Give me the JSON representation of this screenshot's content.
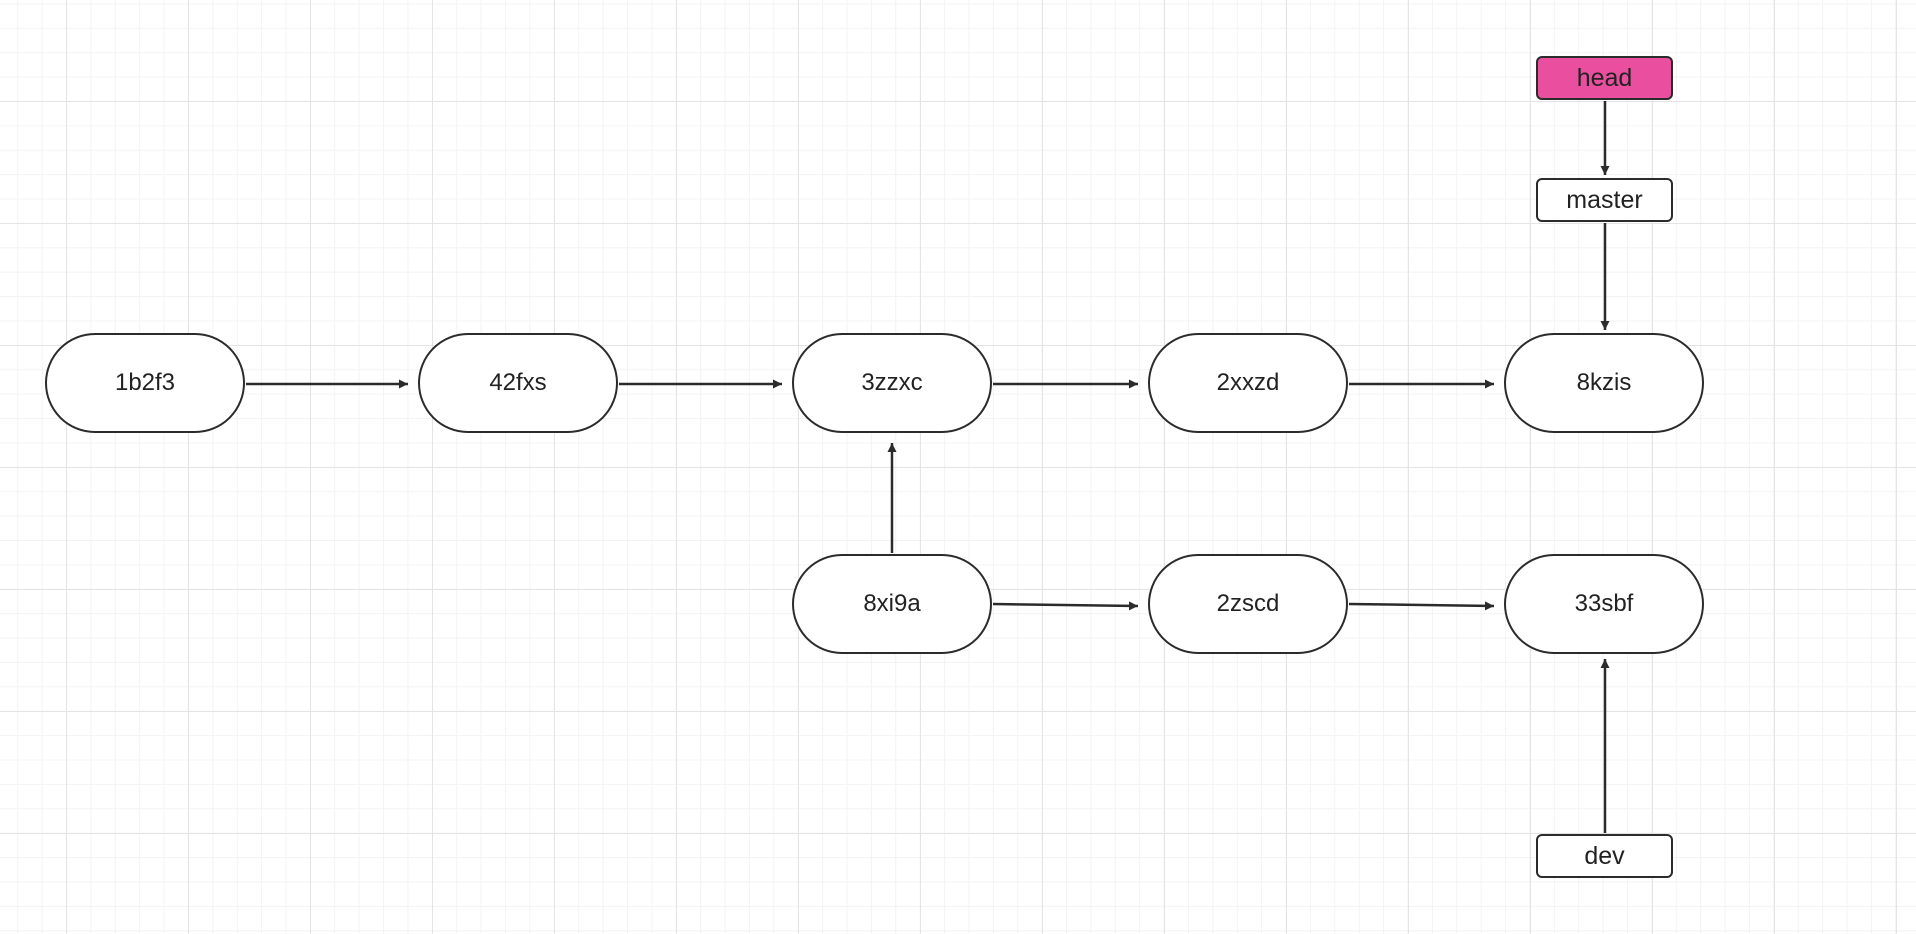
{
  "commits": [
    "1b2f3",
    "42fxs",
    "3zzxc",
    "2xxzd",
    "8kzis",
    "8xi9a",
    "2zscd",
    "33sbf"
  ],
  "refs": {
    "head": "head",
    "master": "master",
    "dev": "dev"
  },
  "edges": [
    {
      "from": "1b2f3",
      "to": "42fxs"
    },
    {
      "from": "42fxs",
      "to": "3zzxc"
    },
    {
      "from": "3zzxc",
      "to": "2xxzd"
    },
    {
      "from": "2xxzd",
      "to": "8kzis"
    },
    {
      "from": "8xi9a",
      "to": "3zzxc"
    },
    {
      "from": "8xi9a",
      "to": "2zscd"
    },
    {
      "from": "2zscd",
      "to": "33sbf"
    },
    {
      "from": "head",
      "to": "master"
    },
    {
      "from": "master",
      "to": "8kzis"
    },
    {
      "from": "dev",
      "to": "33sbf"
    }
  ],
  "colors": {
    "head_fill": "#ea4f9f",
    "stroke": "#2b2b2b",
    "node_fill": "#ffffff"
  }
}
